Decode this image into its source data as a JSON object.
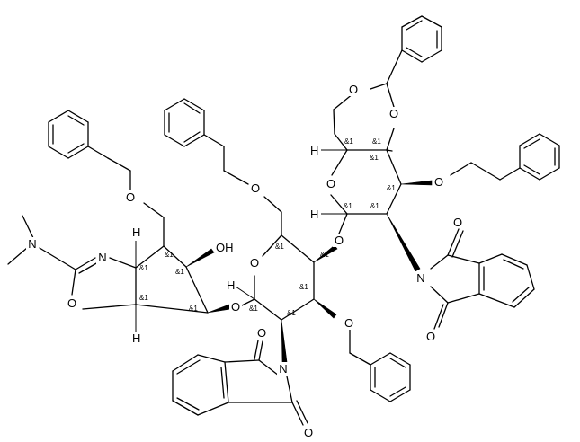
{
  "atoms": {
    "N": "N",
    "O": "O",
    "H": "H",
    "OH": "OH"
  },
  "stereo_label": "&1",
  "colors": {
    "ink": "#000000",
    "background": "#ffffff"
  }
}
